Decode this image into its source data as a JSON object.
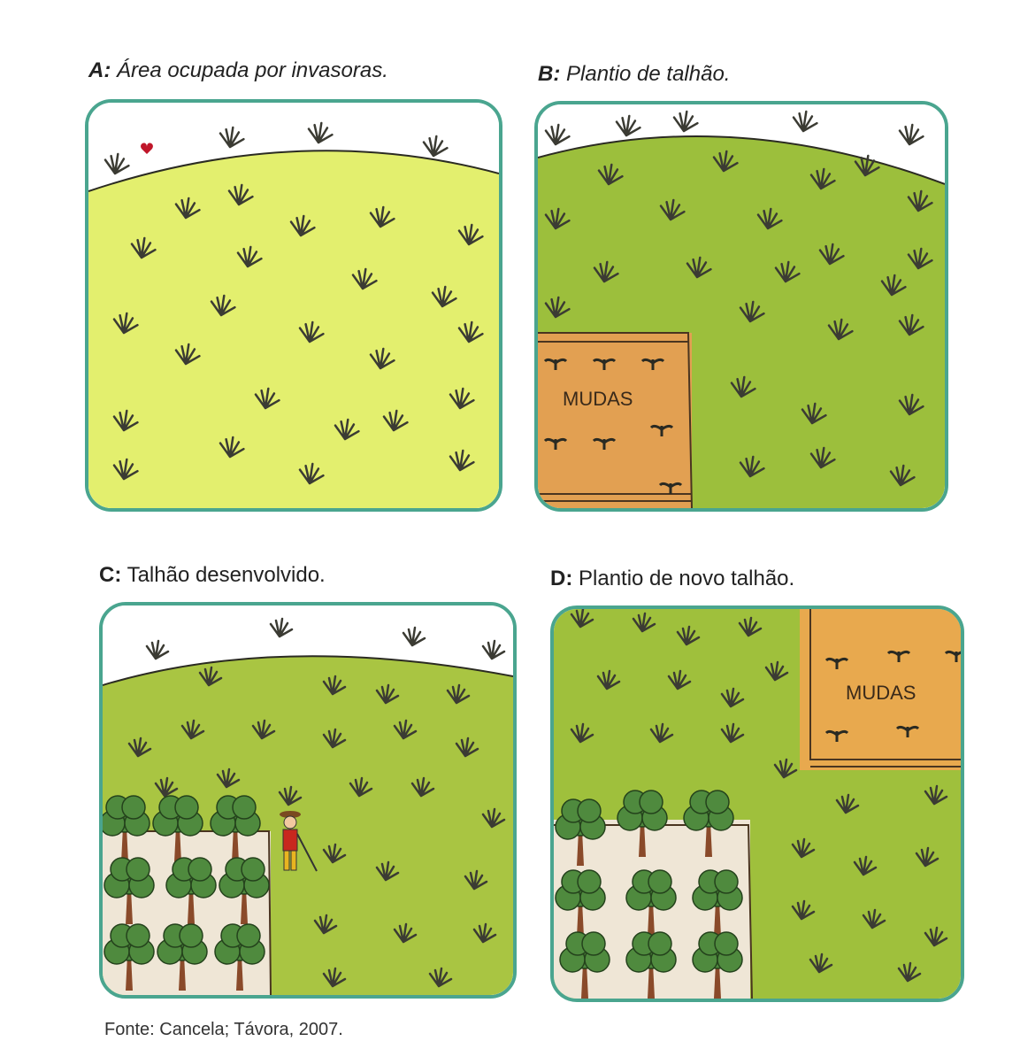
{
  "panels": [
    {
      "letter": "A:",
      "text": "Área ocupada por invasoras."
    },
    {
      "letter": "B:",
      "text": "Plantio de talhão.",
      "mudas": "MUDAS"
    },
    {
      "letter": "C:",
      "text": "Talhão desenvolvido."
    },
    {
      "letter": "D:",
      "text": "Plantio de novo talhão.",
      "mudas": "MUDAS"
    }
  ],
  "source": "Fonte: Cancela; Távora, 2007.",
  "colors": {
    "frame": "#4aa58f",
    "field_yellow": "#e3ef6e",
    "field_green": "#9cbf3c",
    "nursery_orange": "#e2a052",
    "tree_green": "#4f8a3e",
    "weed": "#3b3b33"
  }
}
